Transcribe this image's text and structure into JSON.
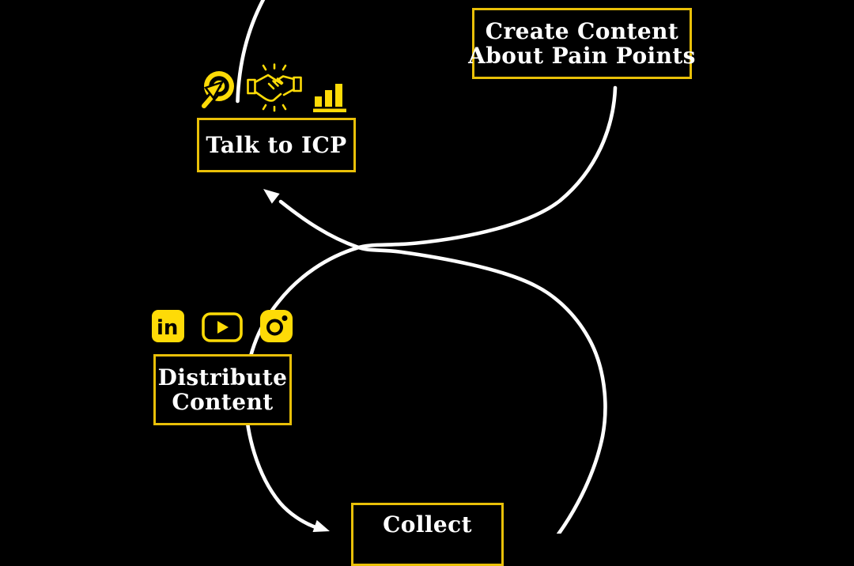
{
  "diagram": {
    "title": "Content flywheel diagram",
    "colors": {
      "background": "#000000",
      "icon_yellow": "#fedb07",
      "box_border_gold": "#e9c008",
      "curve_white": "#ffffff",
      "text_white": "#ffffff"
    },
    "nodes": {
      "create_content": {
        "line1": "Create Content",
        "line2": "About Pain Points"
      },
      "talk_icp": {
        "line1": "Talk to ICP"
      },
      "distribute": {
        "line1": "Distribute",
        "line2": "Content"
      },
      "collect": {
        "line1": "Collect"
      }
    },
    "icon_groups": {
      "talk_icp_icons": [
        "click-target-icon",
        "handshake-icon",
        "bar-chart-icon"
      ],
      "distribute_icons": [
        "linkedin-icon",
        "youtube-icon",
        "instagram-icon"
      ]
    },
    "flow": [
      "Talk to ICP",
      "Create Content About Pain Points",
      "Distribute Content",
      "Collect",
      "Talk to ICP"
    ]
  }
}
